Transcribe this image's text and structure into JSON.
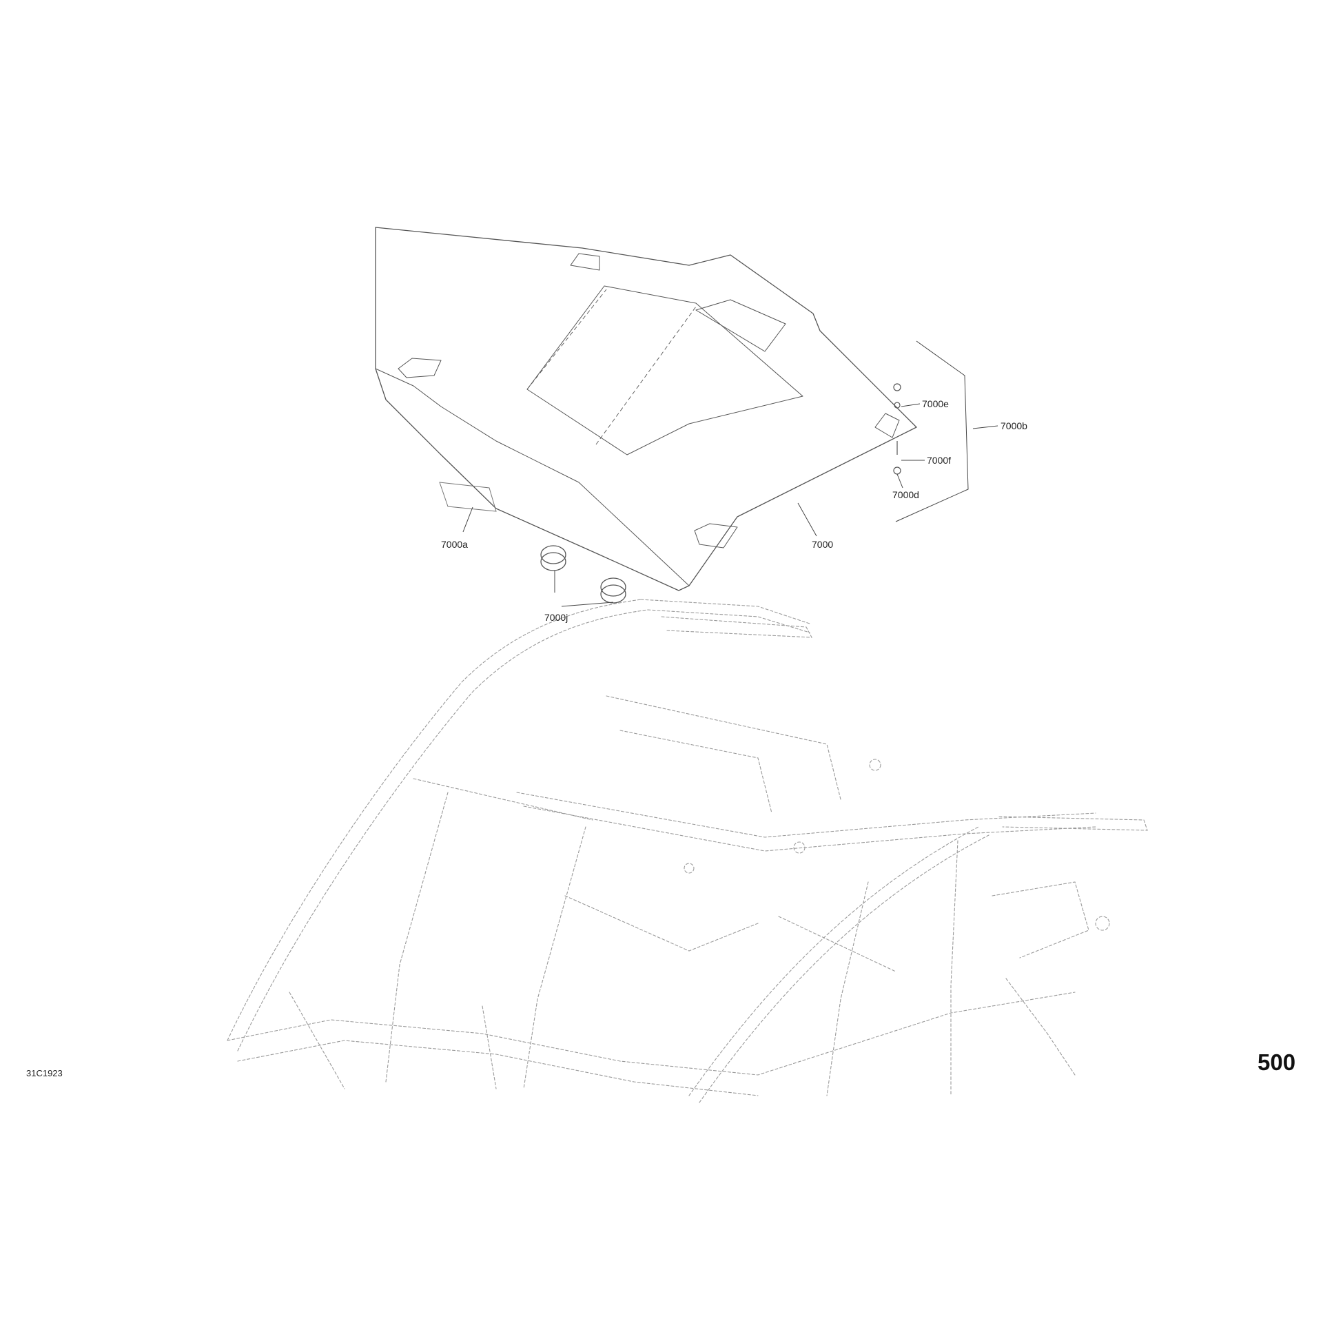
{
  "drawing": {
    "reference": "31C1923",
    "page_number": "500"
  },
  "callouts": {
    "roof": "7000",
    "decal": "7000a",
    "hardware_kit": "7000b",
    "nut": "7000d",
    "clip": "7000e",
    "washer": "7000f",
    "bushing": "7000j"
  },
  "colors": {
    "line": "#555555",
    "frame_line": "#9a9a9a",
    "text": "#222222"
  }
}
